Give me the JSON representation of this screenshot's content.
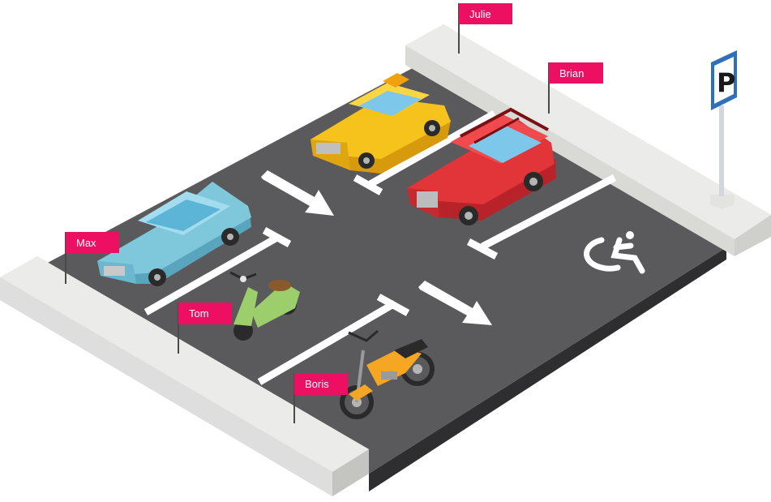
{
  "scene": {
    "colors": {
      "asphalt": "#5a5a5c",
      "asphalt_side": "#2e2e30",
      "curb_top": "#e9e9e7",
      "curb_side": "#cfcfcc",
      "lines": "#ffffff",
      "flag": "#ec0f62",
      "sign_blue": "#2d6fb8"
    },
    "parking_sign": {
      "letter": "P",
      "icon": "parking-sign-icon"
    },
    "accessible_spot": {
      "icon": "wheelchair-icon"
    },
    "direction_arrows": [
      {
        "icon": "arrow-down-right-icon"
      },
      {
        "icon": "arrow-down-right-icon"
      }
    ],
    "vehicles": [
      {
        "id": "taxi",
        "kind": "taxi",
        "color": "#f6c21c"
      },
      {
        "id": "suv",
        "kind": "suv",
        "color": "#e2353a"
      },
      {
        "id": "sedan",
        "kind": "sedan",
        "color": "#7fc8dc"
      },
      {
        "id": "scooter",
        "kind": "scooter",
        "color": "#9ccf6c"
      },
      {
        "id": "motorcycle",
        "kind": "motorcycle",
        "color": "#f5a623"
      }
    ],
    "flags": [
      {
        "id": "julie",
        "label": "Julie"
      },
      {
        "id": "brian",
        "label": "Brian"
      },
      {
        "id": "max",
        "label": "Max"
      },
      {
        "id": "tom",
        "label": "Tom"
      },
      {
        "id": "boris",
        "label": "Boris"
      }
    ]
  }
}
